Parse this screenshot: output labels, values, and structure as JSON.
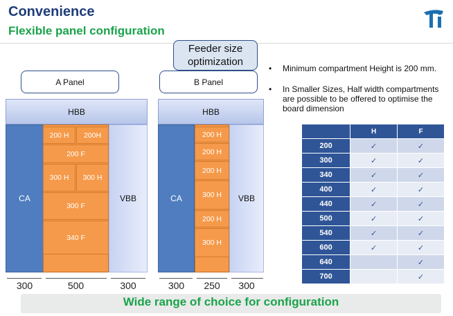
{
  "header": {
    "title": "Convenience",
    "subtitle": "Flexible panel configuration"
  },
  "callout": {
    "line1": "Feeder size",
    "line2": "optimization"
  },
  "panels": {
    "a": {
      "label": "A Panel",
      "hbb": "HBB",
      "ca": "CA",
      "vbb": "VBB",
      "cells": {
        "r1a": "200 H",
        "r1b": "200H",
        "r2": "200 F",
        "r3a": "300 H",
        "r3b": "300 H",
        "r4": "300 F",
        "r5": "340 F"
      },
      "dims": [
        "300",
        "500",
        "300"
      ]
    },
    "b": {
      "label": "B Panel",
      "hbb": "HBB",
      "ca": "CA",
      "vbb": "VBB",
      "cells": [
        "200 H",
        "200 H",
        "200 H",
        "300 H",
        "200 H",
        "300 H"
      ],
      "dims": [
        "300",
        "250",
        "300"
      ]
    }
  },
  "bullets": [
    "Minimum compartment Height is 200 mm.",
    "In Smaller Sizes, Half width compartments are possible to be offered to optimise the board dimension"
  ],
  "bullet_char": "•",
  "table": {
    "headers": [
      "",
      "H",
      "F"
    ],
    "check": "✓",
    "rows": [
      {
        "size": "200",
        "h": true,
        "f": true
      },
      {
        "size": "300",
        "h": true,
        "f": true
      },
      {
        "size": "340",
        "h": true,
        "f": true
      },
      {
        "size": "400",
        "h": true,
        "f": true
      },
      {
        "size": "440",
        "h": true,
        "f": true
      },
      {
        "size": "500",
        "h": true,
        "f": true
      },
      {
        "size": "540",
        "h": true,
        "f": true
      },
      {
        "size": "600",
        "h": true,
        "f": true
      },
      {
        "size": "640",
        "h": false,
        "f": true
      },
      {
        "size": "700",
        "h": false,
        "f": true
      }
    ]
  },
  "footer": "Wide range of choice for configuration",
  "colors": {
    "title": "#1f3d7a",
    "green": "#1aa34a",
    "orange": "#f59a4a",
    "ca_blue": "#4f7dbf",
    "table_header": "#2f5597"
  }
}
